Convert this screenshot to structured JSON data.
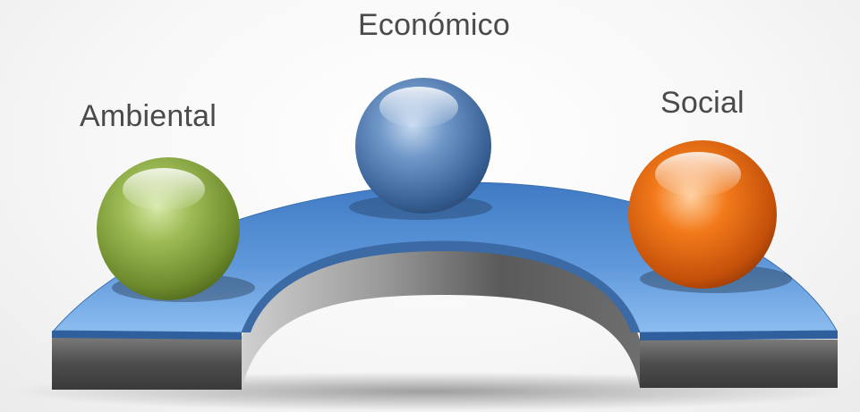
{
  "labels": {
    "top": "Económico",
    "left": "Ambiental",
    "right": "Social"
  },
  "colors": {
    "platform_top": "#5b93d6",
    "platform_side": "#5a5a5a",
    "sphere_left": "#7a9a3a",
    "sphere_center": "#3f6ea8",
    "sphere_right": "#e0600c"
  }
}
